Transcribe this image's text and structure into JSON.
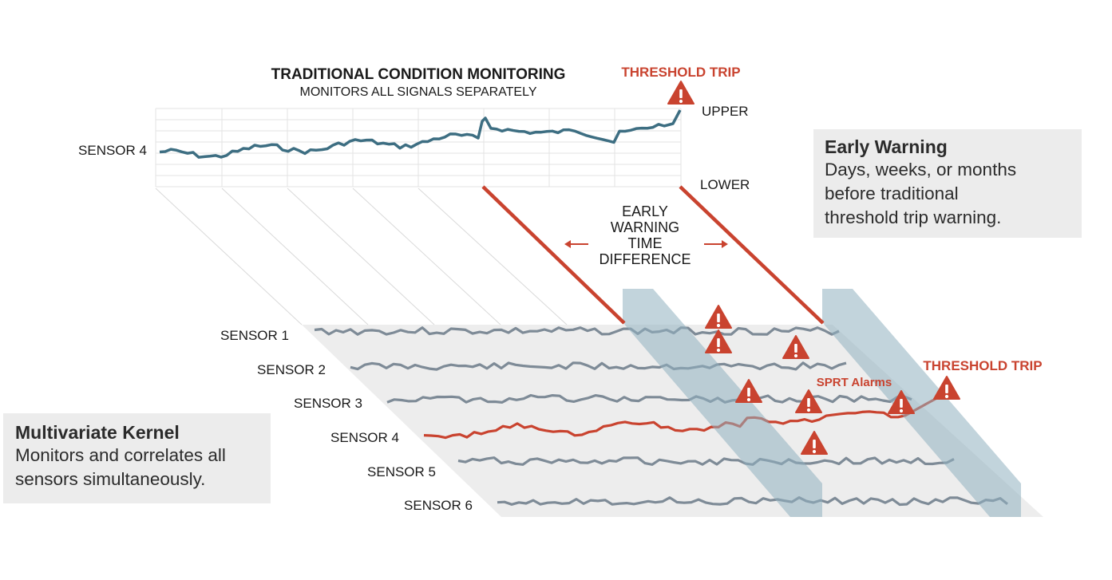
{
  "top_chart": {
    "title": "TRADITIONAL CONDITION MONITORING",
    "subtitle": "MONITORS ALL SIGNALS SEPARATELY",
    "sensor_label": "SENSOR 4",
    "upper_label": "UPPER",
    "lower_label": "LOWER",
    "threshold_label": "THRESHOLD TRIP"
  },
  "early_warning_label": [
    "EARLY",
    "WARNING",
    "TIME",
    "DIFFERENCE"
  ],
  "multivariate": {
    "sensors": [
      "SENSOR 1",
      "SENSOR 2",
      "SENSOR 3",
      "SENSOR 4",
      "SENSOR 5",
      "SENSOR 6"
    ],
    "sprt_label": "SPRT Alarms",
    "threshold_label": "THRESHOLD TRIP"
  },
  "early_warning_box": {
    "title": "Early Warning",
    "body": "Days, weeks, or months\nbefore traditional\nthreshold trip warning."
  },
  "kernel_box": {
    "title": "Multivariate Kernel",
    "body": "Monitors and correlates all\nsensors simultaneously."
  },
  "colors": {
    "red": "#c9432f",
    "teal": "#3d6e82",
    "gray_line": "#7e8b97",
    "band": "#8fb0c0",
    "plane": "#ededed"
  }
}
